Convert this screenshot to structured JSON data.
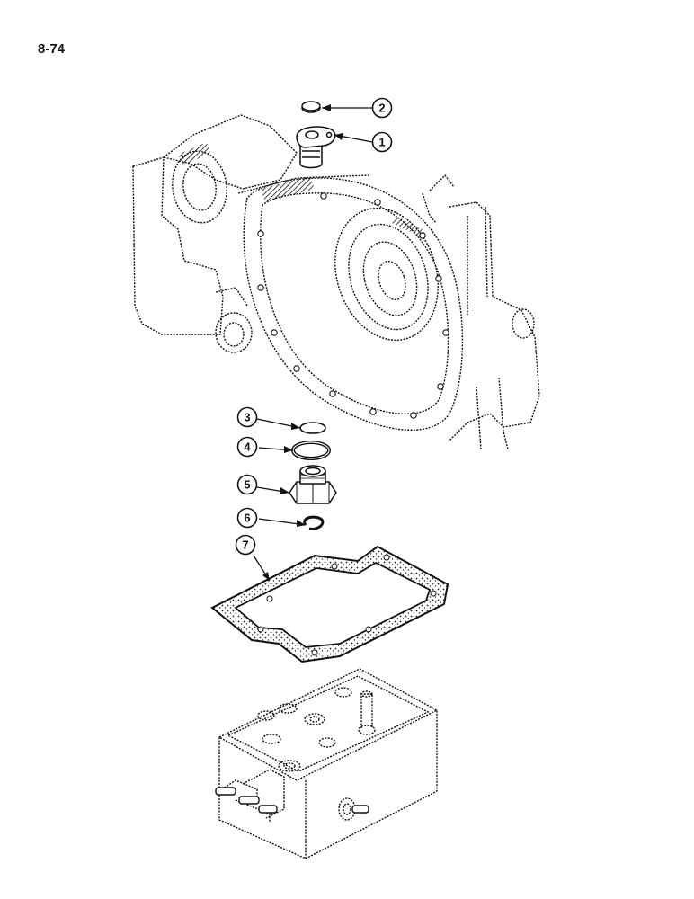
{
  "page_number": "8-74",
  "callouts": [
    {
      "number": "1",
      "part": "flanged fitting"
    },
    {
      "number": "2",
      "part": "plug"
    },
    {
      "number": "3",
      "part": "o-ring"
    },
    {
      "number": "4",
      "part": "seal ring"
    },
    {
      "number": "5",
      "part": "hex fitting"
    },
    {
      "number": "6",
      "part": "snap ring"
    },
    {
      "number": "7",
      "part": "gasket"
    }
  ],
  "colors": {
    "line": "#111111",
    "background": "#ffffff"
  }
}
